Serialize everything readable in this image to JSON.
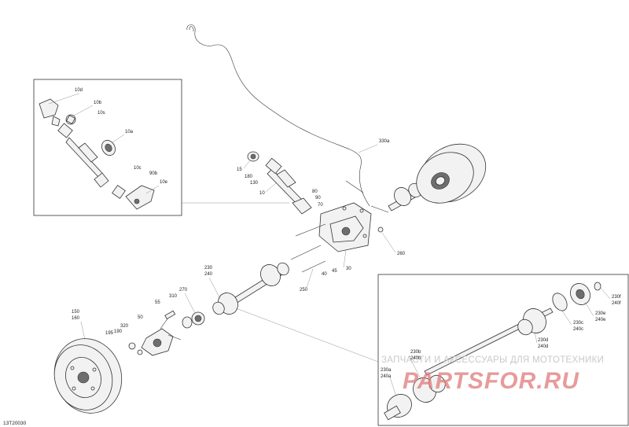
{
  "diagram_code": "13T20030",
  "watermark": {
    "line1": "ЗАПЧАСТИ И АКСЕССУАРЫ ДЛЯ МОТОТЕХНИКИ",
    "line2": "PARTSFOR.RU"
  },
  "callouts_main": [
    "330a",
    "15",
    "180",
    "130",
    "10",
    "80",
    "90",
    "70",
    "30",
    "40",
    "45",
    "260",
    "250",
    "230",
    "240",
    "270",
    "310",
    "55",
    "50",
    "320",
    "190",
    "195",
    "150",
    "160"
  ],
  "callouts_inset_left": [
    "10d",
    "10b",
    "10s",
    "10a",
    "10c",
    "90b",
    "10e"
  ],
  "callouts_inset_right": [
    "230f",
    "240f",
    "230e",
    "240e",
    "230c",
    "240c",
    "230d",
    "240d",
    "230b",
    "240b",
    "230a",
    "240a"
  ]
}
